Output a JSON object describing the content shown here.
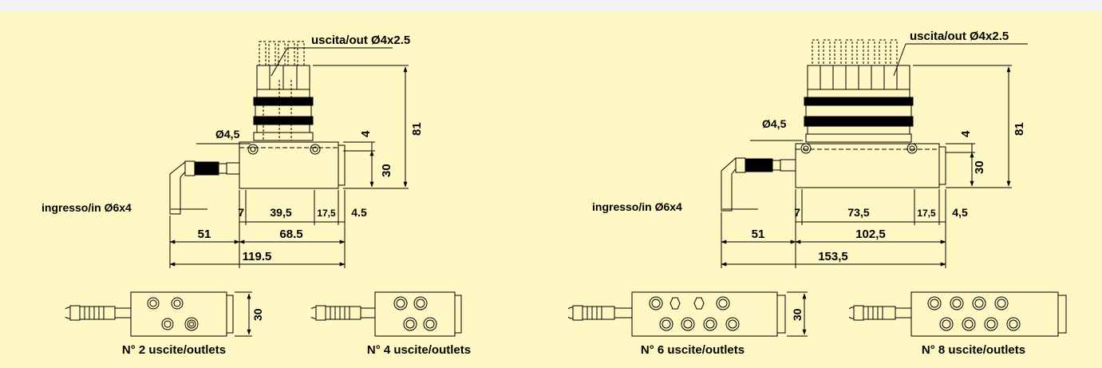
{
  "colors": {
    "background": "#fff8c4",
    "ink": "#000000",
    "top_bar": "#f2f2f2"
  },
  "left_view": {
    "outlet_label": "uscita/out Ø4x2.5",
    "inlet_label": "ingresso/in Ø6x4",
    "hole_label": "Ø4,5",
    "dim_height_total": "81",
    "dim_offset": "4",
    "dim_height_body": "30",
    "dim_a": "7",
    "dim_b": "39,5",
    "dim_c": "17,5",
    "dim_d": "4.5",
    "dim_inlet": "51",
    "dim_body": "68.5",
    "dim_total": "119.5"
  },
  "right_view": {
    "outlet_label": "uscita/out Ø4x2.5",
    "inlet_label": "ingresso/in Ø6x4",
    "hole_label": "Ø4,5",
    "dim_height_total": "81",
    "dim_offset": "4",
    "dim_height_body": "30",
    "dim_a": "7",
    "dim_b": "73,5",
    "dim_c": "17,5",
    "dim_d": "4,5",
    "dim_inlet": "51",
    "dim_body": "102,5",
    "dim_total": "153,5"
  },
  "plan_views": [
    {
      "caption": "N° 2 uscite/outlets",
      "height_dim": "30",
      "outlets": 2
    },
    {
      "caption": "N° 4 uscite/outlets",
      "height_dim": "",
      "outlets": 4
    },
    {
      "caption": "N° 6 uscite/outlets",
      "height_dim": "30",
      "outlets": 6
    },
    {
      "caption": "N° 8 uscite/outlets",
      "height_dim": "",
      "outlets": 8
    }
  ]
}
